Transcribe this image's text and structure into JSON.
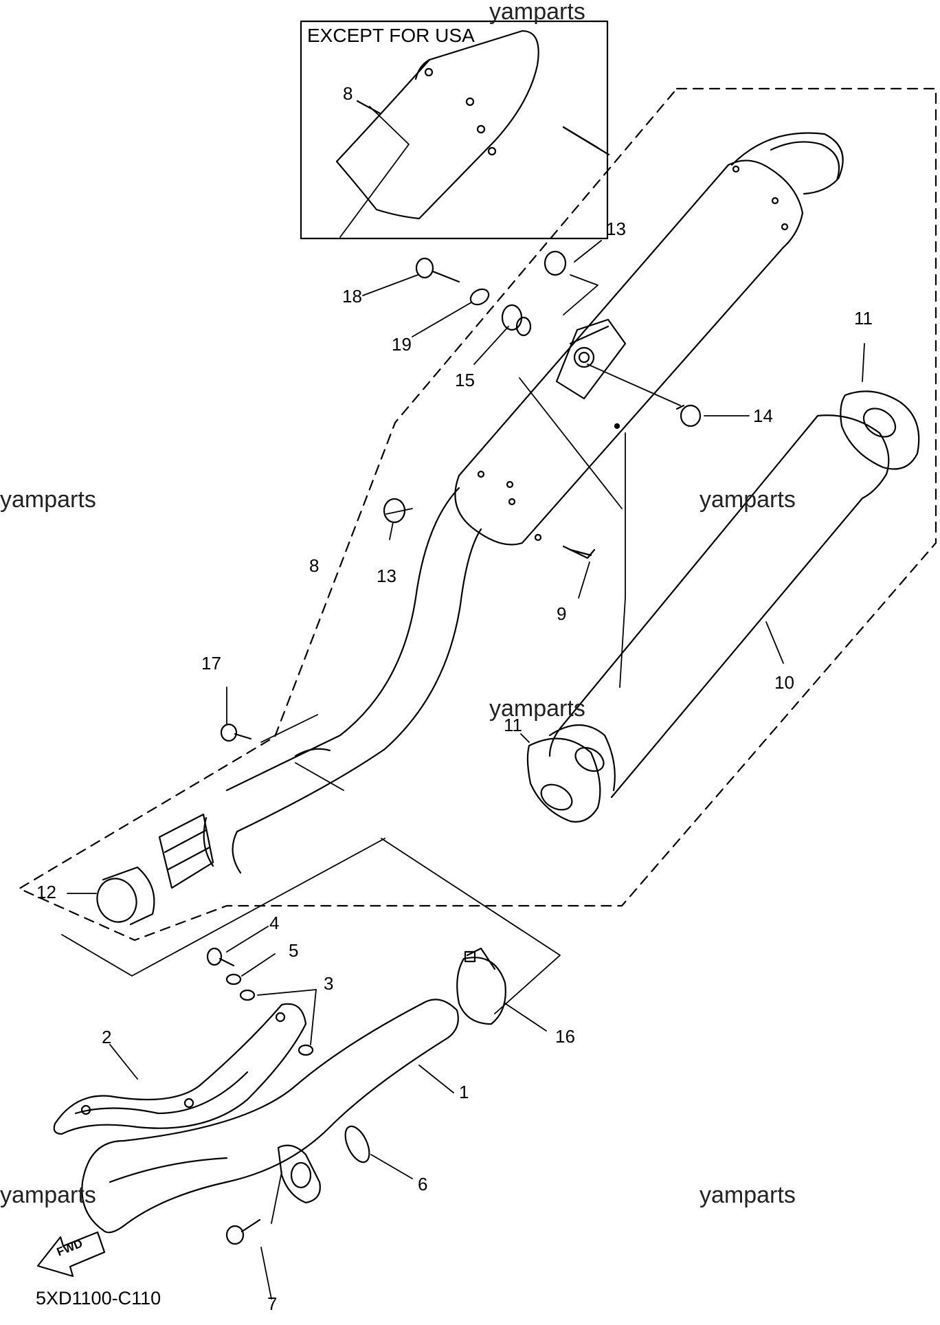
{
  "inset": {
    "title": "EXCEPT FOR USA"
  },
  "diagram_code": "5XD1100-C110",
  "fwd_label": "FWD",
  "watermark": "yamparts",
  "callouts": {
    "c8_inset": "8",
    "c13_top": "13",
    "c18": "18",
    "c19": "19",
    "c15": "15",
    "c14": "14",
    "c11_top": "11",
    "c13_mid": "13",
    "c8_main": "8",
    "c9": "9",
    "c10": "10",
    "c17": "17",
    "c11_low": "11",
    "c12": "12",
    "c4": "4",
    "c5": "5",
    "c3": "3",
    "c2": "2",
    "c16": "16",
    "c1": "1",
    "c6": "6",
    "c7": "7"
  },
  "colors": {
    "ink": "#000000",
    "background": "#ffffff",
    "watermark": "#222222"
  }
}
